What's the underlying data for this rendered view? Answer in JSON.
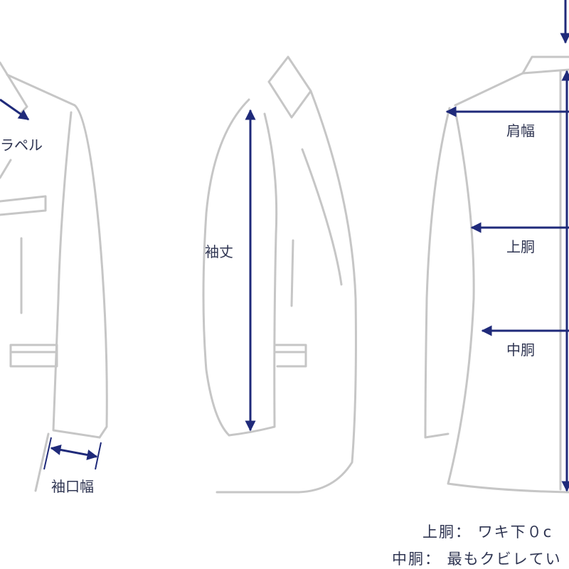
{
  "labels": {
    "lapel": "ラペル",
    "sleeve_length": "袖丈",
    "cuff_width": "袖口幅",
    "shoulder_width": "肩幅",
    "upper_torso": "上胴",
    "middle_torso": "中胴"
  },
  "notes": [
    "上胴： ワキ下０c",
    "中胴： 最もクビレてい"
  ],
  "colors": {
    "outline": "#c6c6c6",
    "arrow": "#1f2a7a",
    "text": "#2f3552"
  }
}
